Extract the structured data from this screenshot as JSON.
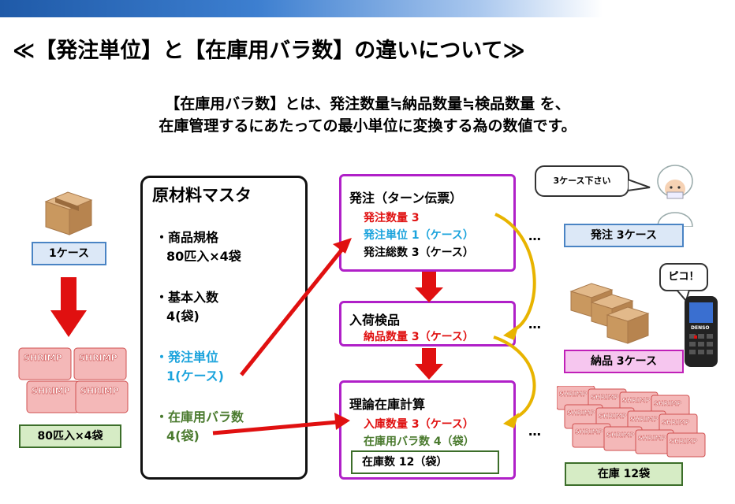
{
  "title": "≪【発注単位】と【在庫用バラ数】の違いについて≫",
  "intro": {
    "line1": "【在庫用バラ数】とは、発注数量≒納品数量≒検品数量 を、",
    "line2": "在庫管理するにあたっての最小単位に変換する為の数値です。"
  },
  "left": {
    "case_label": "1ケース",
    "bag_label": "80匹入×4袋",
    "shrimp_text": "SHRIMP"
  },
  "master": {
    "title": "原材料マスタ",
    "items": [
      {
        "label": "・商品規格",
        "value": "80匹入×4袋",
        "color": "#000000"
      },
      {
        "label": "・基本入数",
        "value": "4(袋)",
        "color": "#000000"
      },
      {
        "label": "・発注単位",
        "value": "1(ケース)",
        "color": "#1aa3dc"
      },
      {
        "label": "・在庫用バラ数",
        "value": "4(袋)",
        "color": "#4a7a2e"
      }
    ]
  },
  "steps": {
    "order": {
      "heading": "発注（ターン伝票）",
      "qty": "発注数量 3",
      "unit": "発注単位 1（ケース）",
      "total": "発注総数 3（ケース）"
    },
    "receive": {
      "heading": "入荷検品",
      "qty": "納品数量 3（ケース）"
    },
    "stock": {
      "heading": "理論在庫計算",
      "in": "入庫数量 3（ケース）",
      "bara": "在庫用バラ数 4（袋）",
      "count": "在庫数 12（袋）"
    }
  },
  "dots": "…",
  "right": {
    "bubble": "3ケース下さい",
    "order_label": "発注 3ケース",
    "beep": "ピコ！",
    "delivery_label": "納品 3ケース",
    "stock_label": "在庫 12袋",
    "scanner_brand": "DENSO"
  },
  "colors": {
    "red": "#e01010",
    "cyan": "#1aa3dc",
    "green": "#4a7a2e",
    "magenta": "#b020c8",
    "gold": "#e0a800"
  }
}
